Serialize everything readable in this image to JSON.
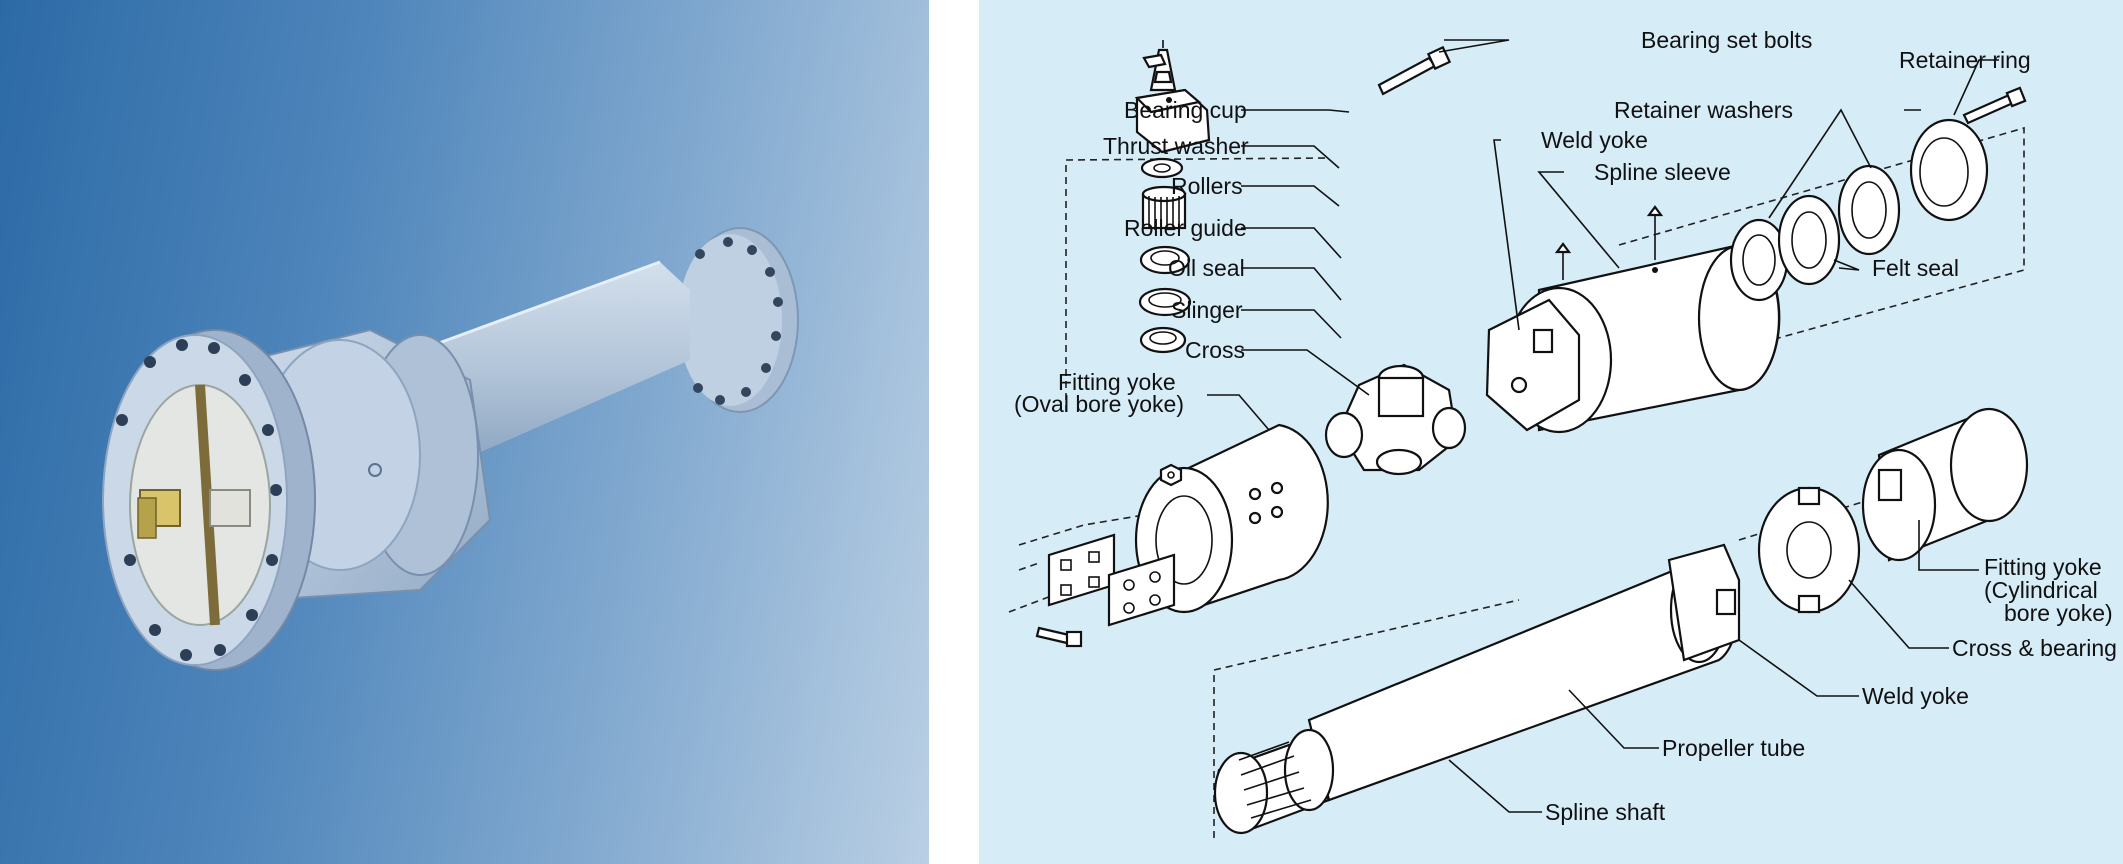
{
  "diagram": {
    "labels": {
      "bearing_set_bolts": "Bearing set bolts",
      "retainer_ring": "Retainer ring",
      "bearing_cup": "Bearing cup",
      "retainer_washers": "Retainer washers",
      "thrust_washer": "Thrust washer",
      "weld_yoke_top": "Weld yoke",
      "rollers": "Rollers",
      "spline_sleeve": "Spline sleeve",
      "roller_guide": "Roller guide",
      "oil_seal": "Oil seal",
      "felt_seal": "Felt seal",
      "slinger": "Slinger",
      "cross": "Cross",
      "fitting_yoke_oval_1": "Fitting yoke",
      "fitting_yoke_oval_2": "(Oval bore yoke)",
      "fitting_yoke_cyl_1": "Fitting yoke",
      "fitting_yoke_cyl_2": "(Cylindrical",
      "fitting_yoke_cyl_3": "bore yoke)",
      "cross_and_bearing": "Cross & bearing",
      "weld_yoke_bottom": "Weld yoke",
      "propeller_tube": "Propeller tube",
      "spline_shaft": "Spline shaft"
    }
  },
  "colors": {
    "photo_gradient_dark": "#2c6aa6",
    "photo_gradient_light": "#b9cfe4",
    "part_color": "#b8c9dc",
    "diagram_background": "#d6ecf7"
  }
}
